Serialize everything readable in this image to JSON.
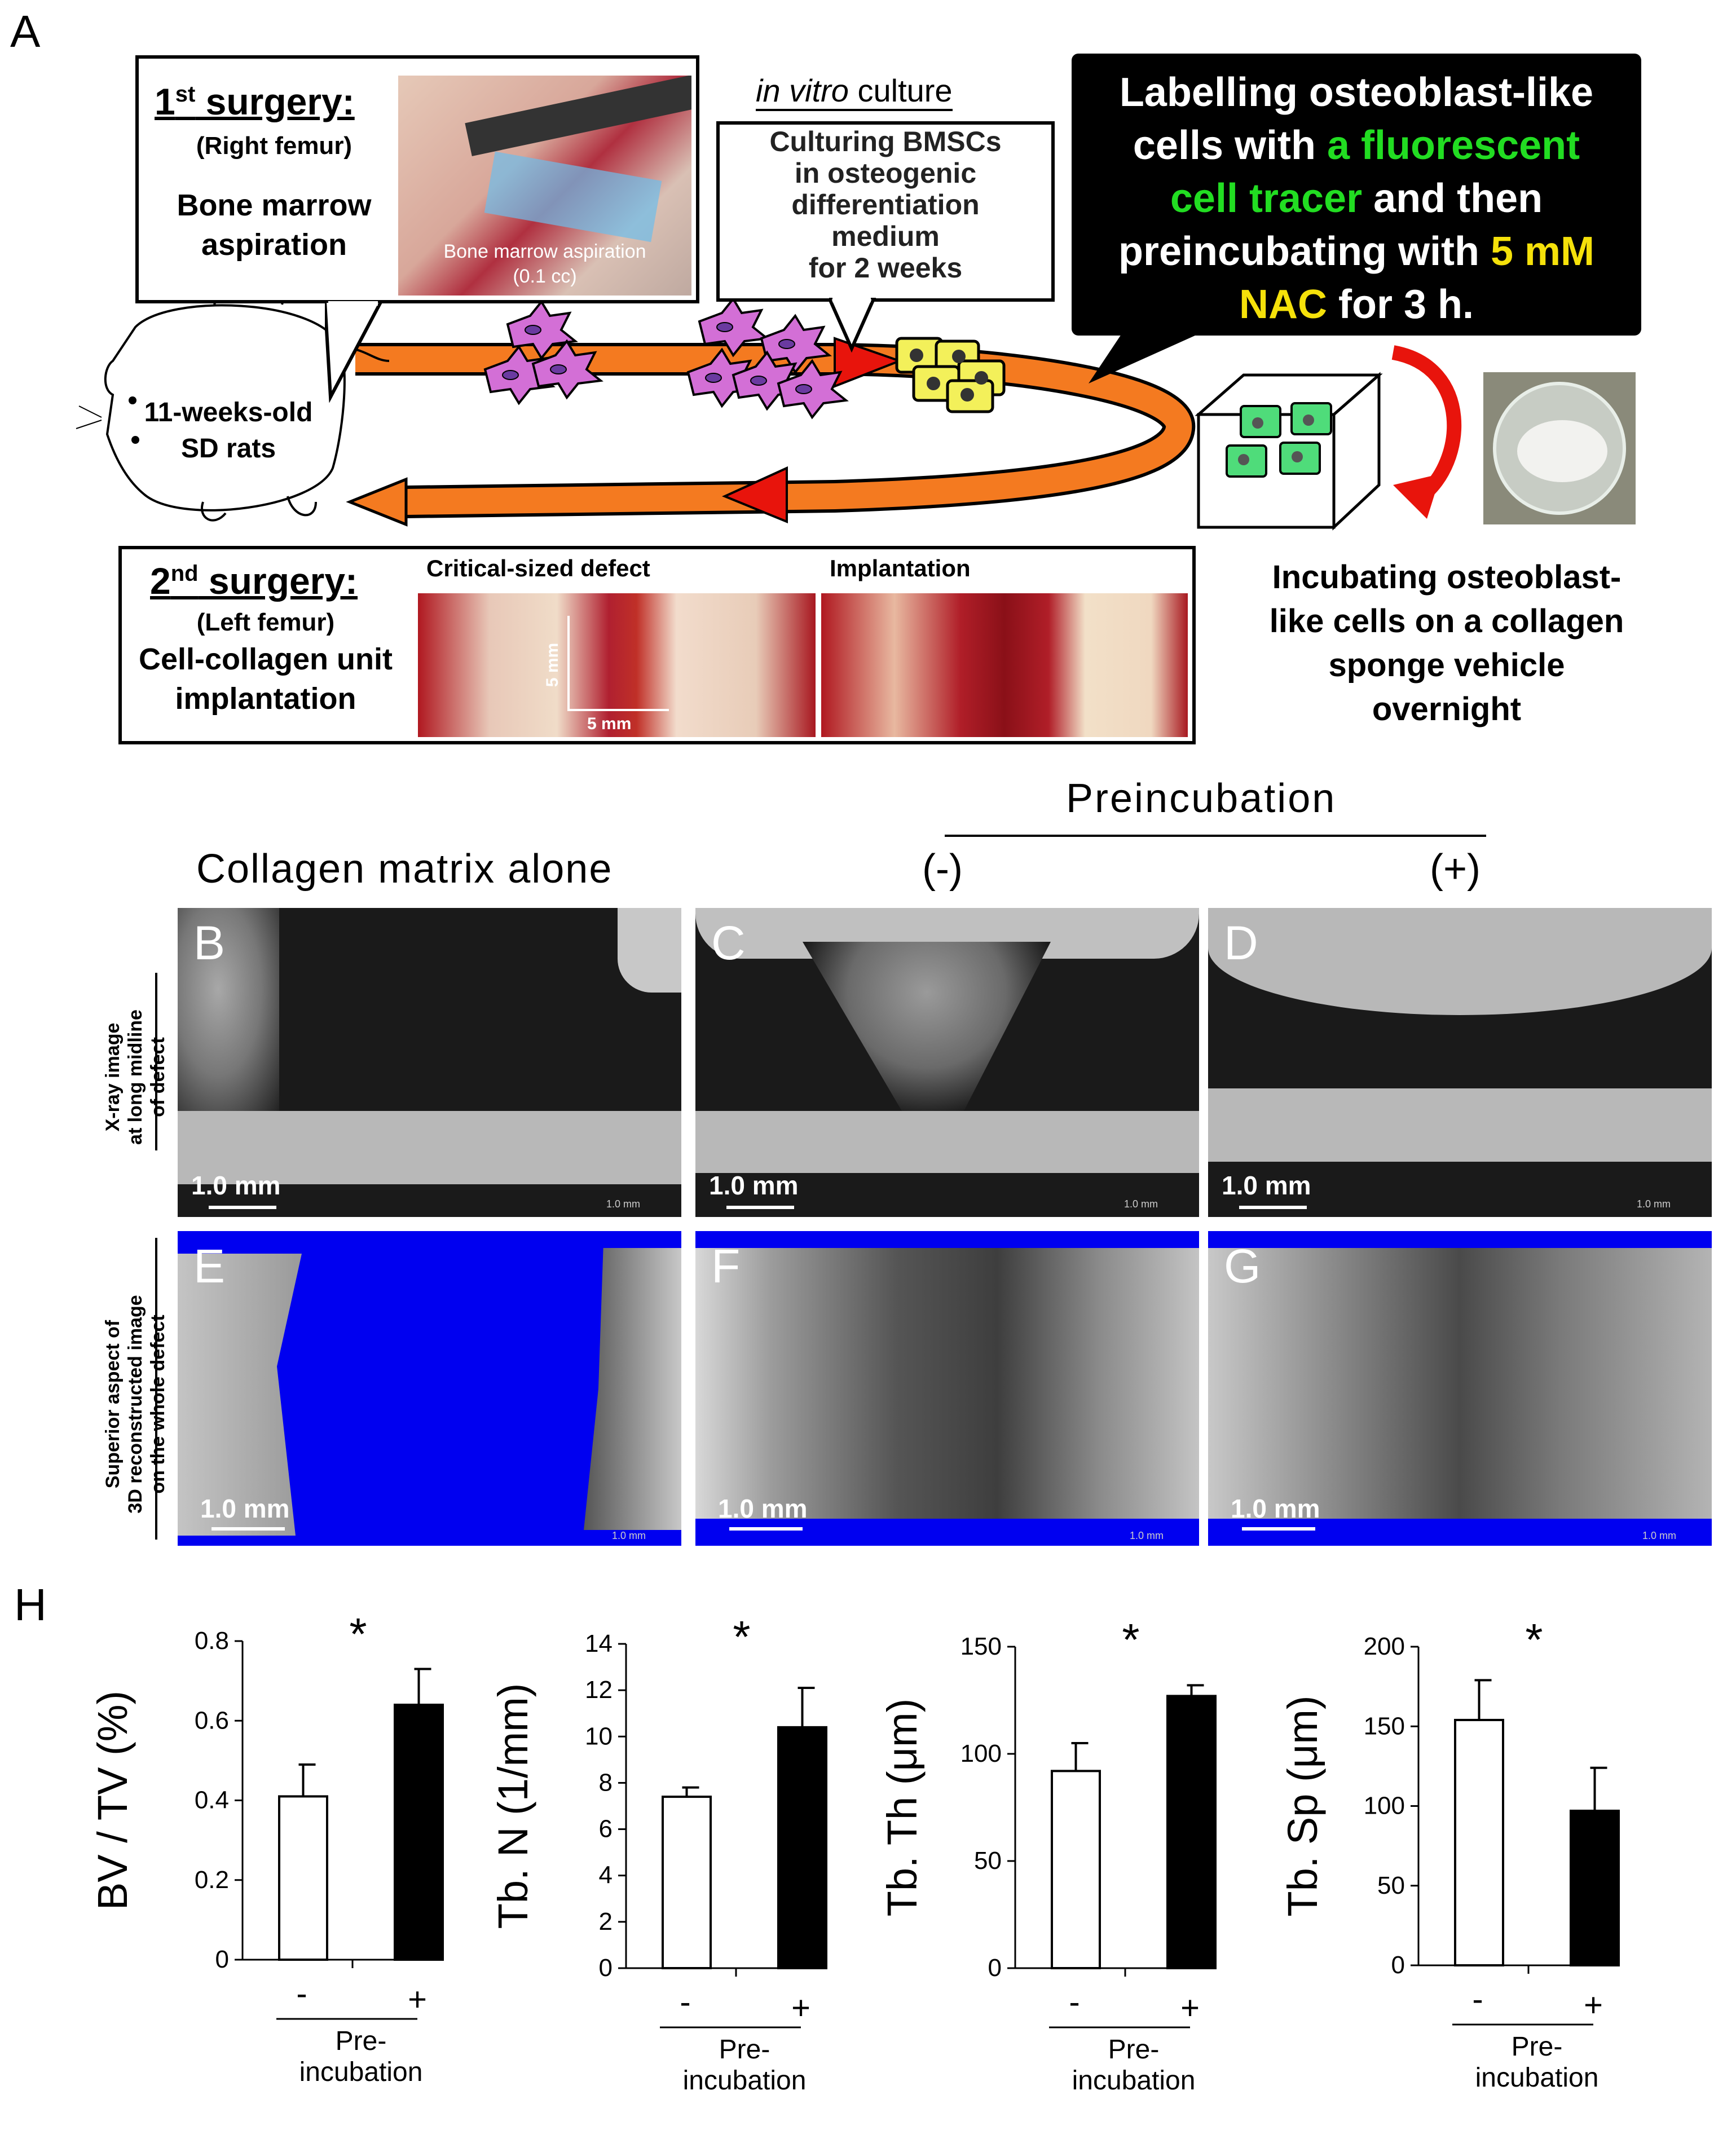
{
  "panel_a": {
    "letter": "A",
    "first_surgery": {
      "title": "1st surgery:",
      "title_main": "1",
      "title_sup": "st",
      "title_rest": " surgery:",
      "side": "(Right femur)",
      "line1": "Bone marrow",
      "line2": "aspiration"
    },
    "photo1": {
      "caption1": "Bone marrow aspiration",
      "caption2": "(0.1 cc)"
    },
    "in_vitro": {
      "italic": "in vitro",
      "rest": " culture",
      "line1": "Culturing BMSCs",
      "line2": "in osteogenic",
      "line3": "differentiation",
      "line4": "medium",
      "line5": "for 2 weeks"
    },
    "labelling": {
      "line1": "Labelling osteoblast-like",
      "line2a": "cells with ",
      "line2b": "a fluorescent",
      "line3a": "cell tracer",
      "line3b": " and then",
      "line4a": "preincubating with ",
      "line4b": "5 mM",
      "line5a": "NAC",
      "line5b": " for 3 h."
    },
    "rats": {
      "line1": "11-weeks-old",
      "line2": "SD rats"
    },
    "second_surgery": {
      "title_main": "2",
      "title_sup": "nd",
      "title_rest": " surgery:",
      "side": "(Left femur)",
      "line1": "Cell-collagen unit",
      "line2": "implantation",
      "photo_left_title": "Critical-sized defect",
      "photo_right_title": "Implantation",
      "dim_v": "5 mm",
      "dim_h": "5 mm"
    },
    "incubating": {
      "line1": "Incubating osteoblast-",
      "line2": "like cells  on a collagen",
      "line3": "sponge vehicle",
      "line4": "overnight"
    },
    "colors": {
      "arrow_orange": "#f47a20",
      "arrow_red": "#e8140c",
      "green_text": "#22dd22",
      "yellow_text": "#f5e10a",
      "cell_pink": "#d36fd6",
      "cell_yellow": "#f3f05a"
    }
  },
  "imaging": {
    "preincubation_header": "Preincubation",
    "col_alone": "Collagen matrix alone",
    "col_minus": "(-)",
    "col_plus": "(+)",
    "row1_label": [
      "X-ray image",
      "at long midline",
      "of defect"
    ],
    "row2_label": [
      "Superior aspect of",
      "3D reconstructed image",
      "on the whole defect"
    ],
    "scale": "1.0 mm",
    "tiny_scale": "1.0 mm",
    "letters": [
      "B",
      "C",
      "D",
      "E",
      "F",
      "G"
    ]
  },
  "panel_h": {
    "letter": "H",
    "star": "*",
    "x_minus": "-",
    "x_plus": "+",
    "x_label1": "Pre-",
    "x_label2": "incubation"
  },
  "chart_data": [
    {
      "type": "bar",
      "ylabel": "BV / TV (%)",
      "categories": [
        "-",
        "+"
      ],
      "values": [
        0.41,
        0.64
      ],
      "errors": [
        0.08,
        0.09
      ],
      "ylim": [
        0,
        0.8
      ],
      "yticks": [
        "0",
        "0.2",
        "0.4",
        "0.6",
        "0.8"
      ],
      "significance": "*",
      "bar_colors": [
        "#ffffff",
        "#000000"
      ]
    },
    {
      "type": "bar",
      "ylabel": "Tb. N (1/mm)",
      "categories": [
        "-",
        "+"
      ],
      "values": [
        7.4,
        10.4
      ],
      "errors": [
        0.4,
        1.7
      ],
      "ylim": [
        0,
        14
      ],
      "yticks": [
        "0",
        "2",
        "4",
        "6",
        "8",
        "10",
        "12",
        "14"
      ],
      "significance": "*",
      "bar_colors": [
        "#ffffff",
        "#000000"
      ]
    },
    {
      "type": "bar",
      "ylabel": "Tb. Th (μm)",
      "categories": [
        "-",
        "+"
      ],
      "values": [
        92,
        127
      ],
      "errors": [
        13,
        5
      ],
      "ylim": [
        0,
        150
      ],
      "yticks": [
        "0",
        "50",
        "100",
        "150"
      ],
      "significance": "*",
      "bar_colors": [
        "#ffffff",
        "#000000"
      ]
    },
    {
      "type": "bar",
      "ylabel": "Tb. Sp (μm)",
      "categories": [
        "-",
        "+"
      ],
      "values": [
        154,
        97
      ],
      "errors": [
        25,
        27
      ],
      "ylim": [
        0,
        200
      ],
      "yticks": [
        "0",
        "50",
        "100",
        "150",
        "200"
      ],
      "significance": "*",
      "bar_colors": [
        "#ffffff",
        "#000000"
      ]
    }
  ]
}
